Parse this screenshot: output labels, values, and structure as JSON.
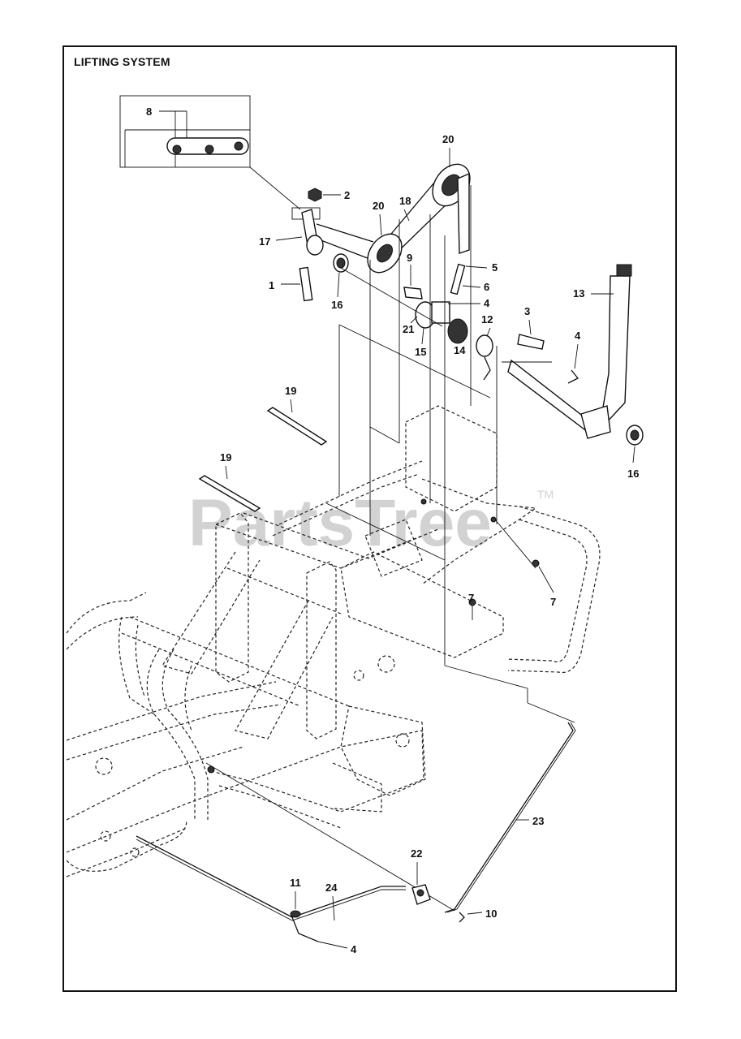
{
  "title": "LIFTING SYSTEM",
  "watermark": {
    "text": "PartsTree",
    "tm": "TM"
  },
  "callouts": [
    "8",
    "2",
    "17",
    "1",
    "16",
    "20",
    "18",
    "20",
    "9",
    "5",
    "6",
    "4",
    "21",
    "15",
    "14",
    "12",
    "3",
    "4",
    "13",
    "16",
    "19",
    "19",
    "7",
    "7",
    "23",
    "22",
    "11",
    "24",
    "10",
    "4"
  ]
}
